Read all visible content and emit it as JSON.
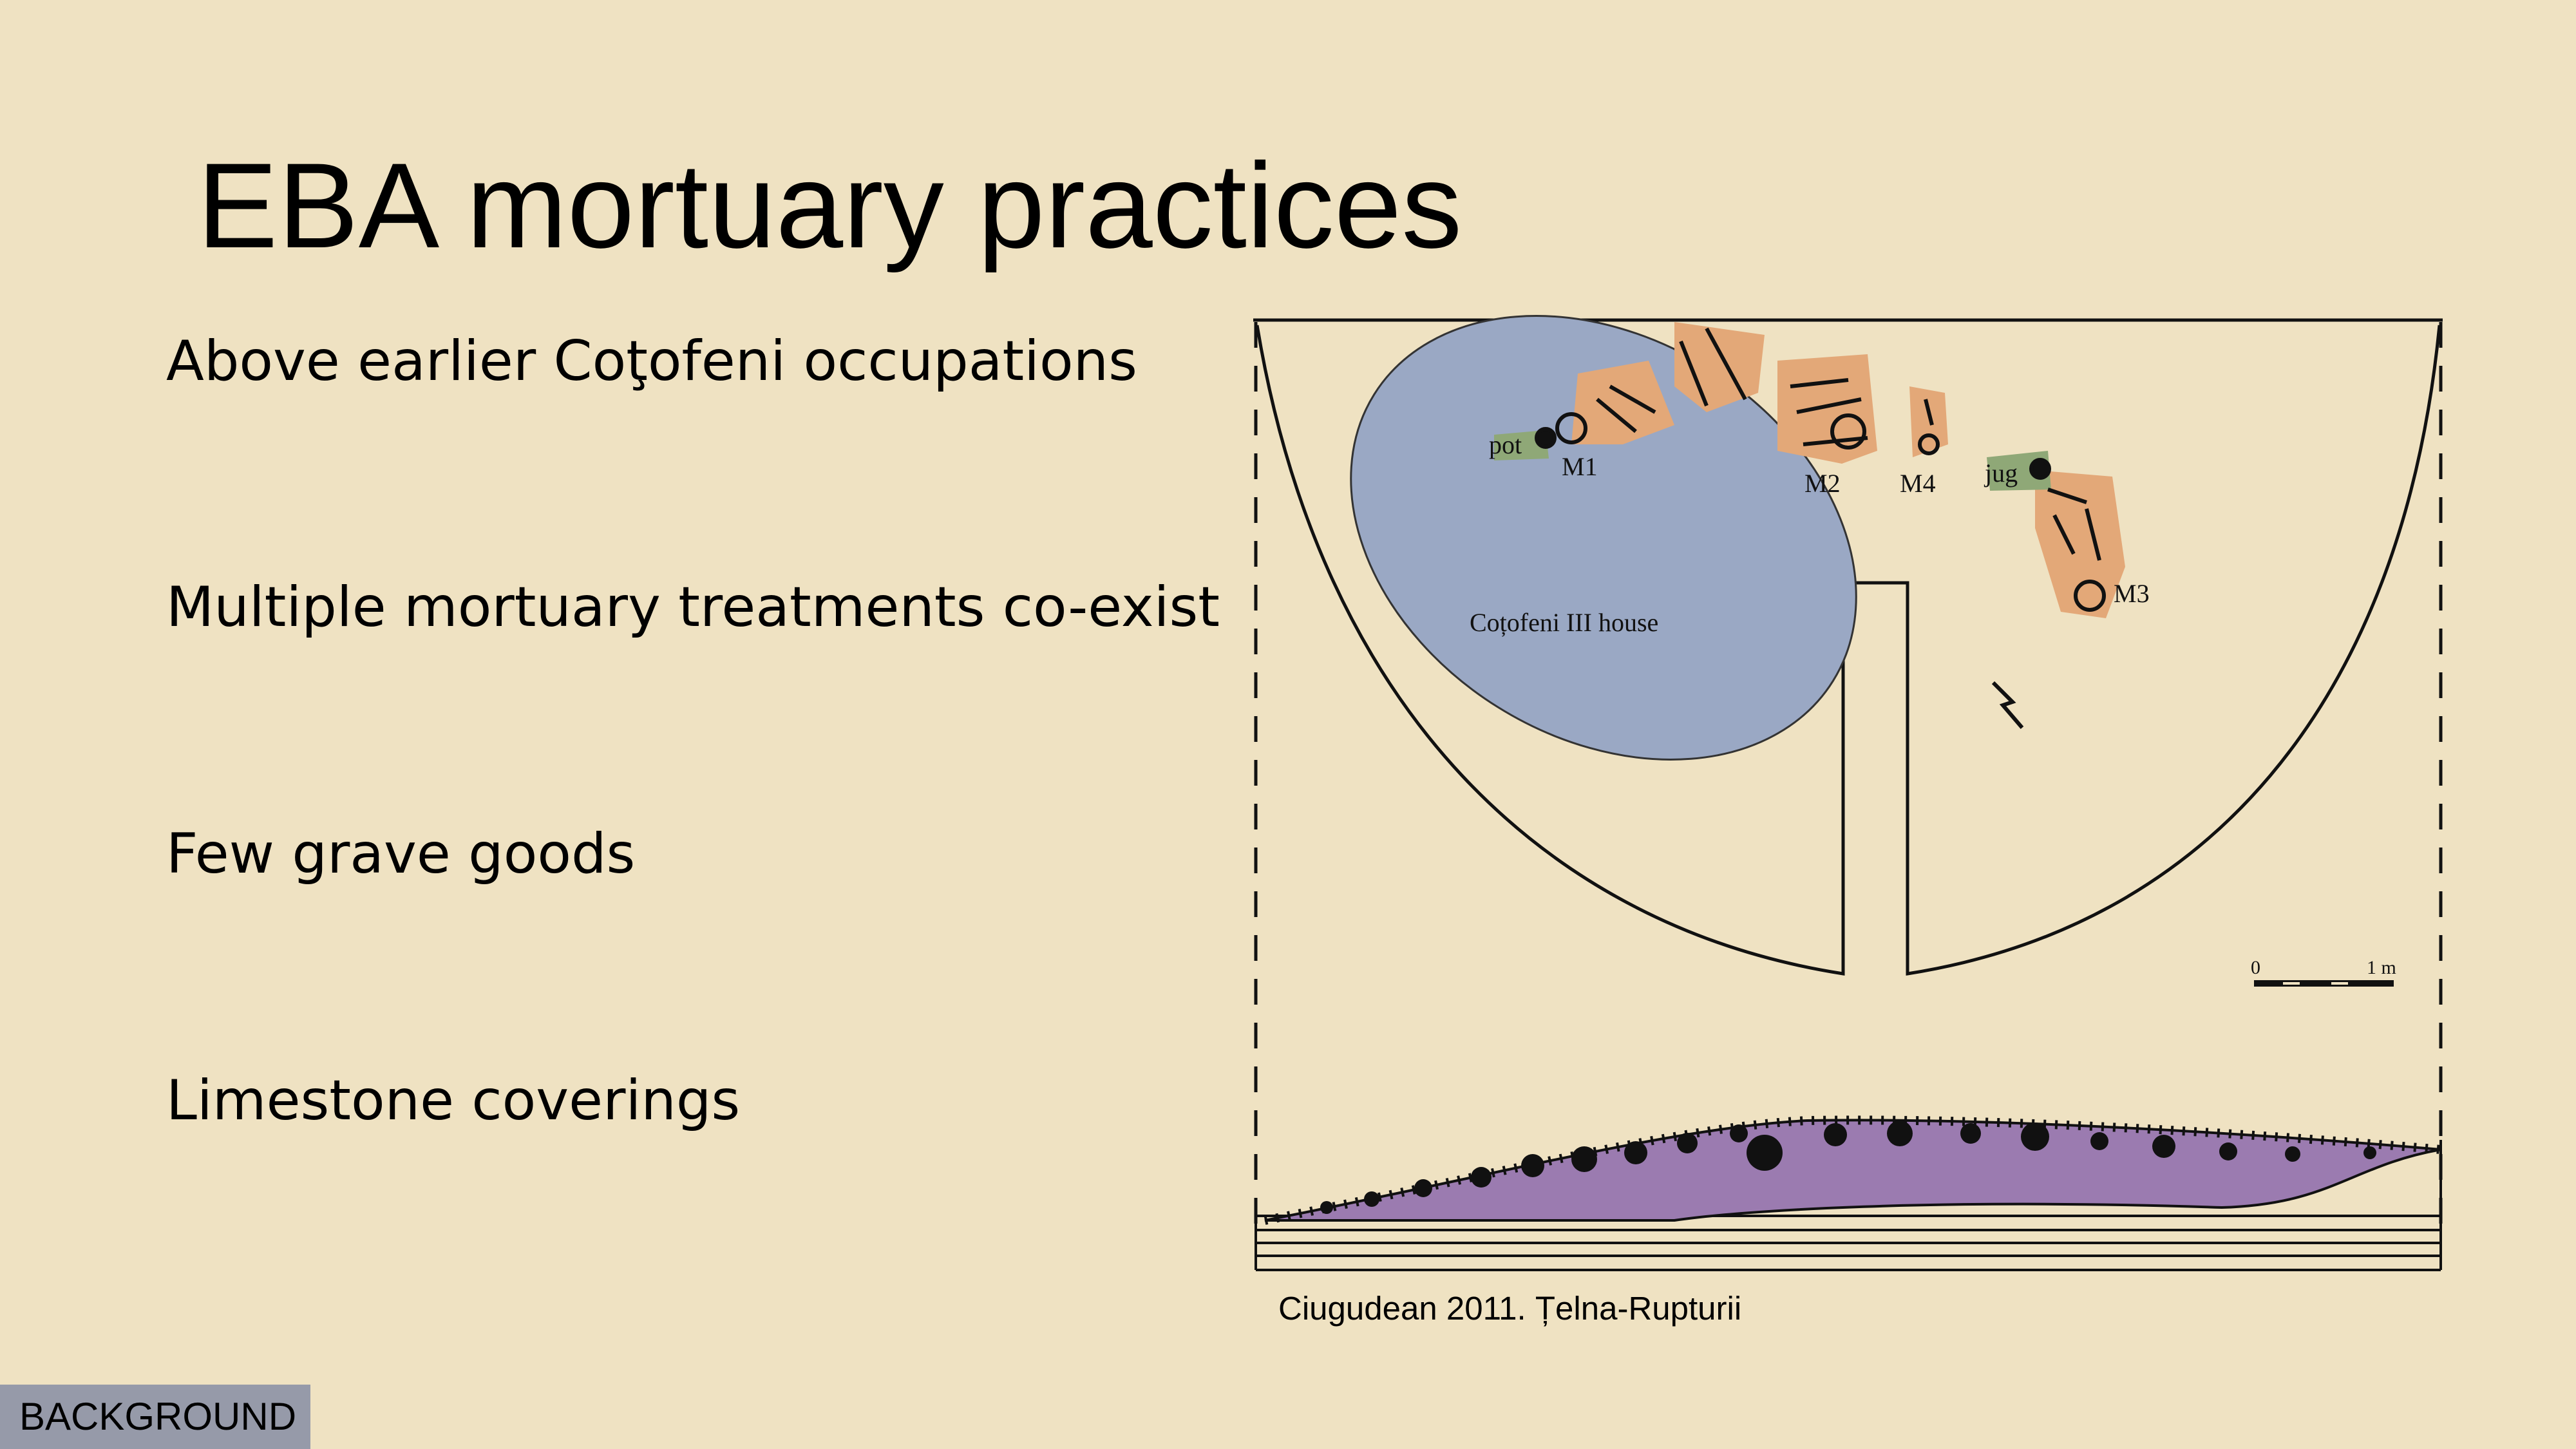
{
  "slide": {
    "title": "EBA mortuary practices",
    "bullets": [
      "Above earlier Coţofeni occupations",
      "Multiple mortuary treatments co-exist",
      "Few grave goods",
      "Limestone coverings"
    ],
    "caption": "Ciugudean 2011. Țelna-Rupturii",
    "section_badge": "BACKGROUND"
  },
  "figure": {
    "labels": {
      "pot": "pot",
      "jug": "jug",
      "m1": "M1",
      "m2": "M2",
      "m3": "M3",
      "m4": "M4",
      "house": "Coțofeni III house",
      "scale_start": "0",
      "scale_end": "1 m"
    },
    "colors": {
      "background": "#efe2c2",
      "house": "#9aa8c4",
      "burial": "#e3a878",
      "grave_goods": "#8fa877",
      "mound": "#9b7bb0",
      "badge": "#969aa9"
    }
  }
}
